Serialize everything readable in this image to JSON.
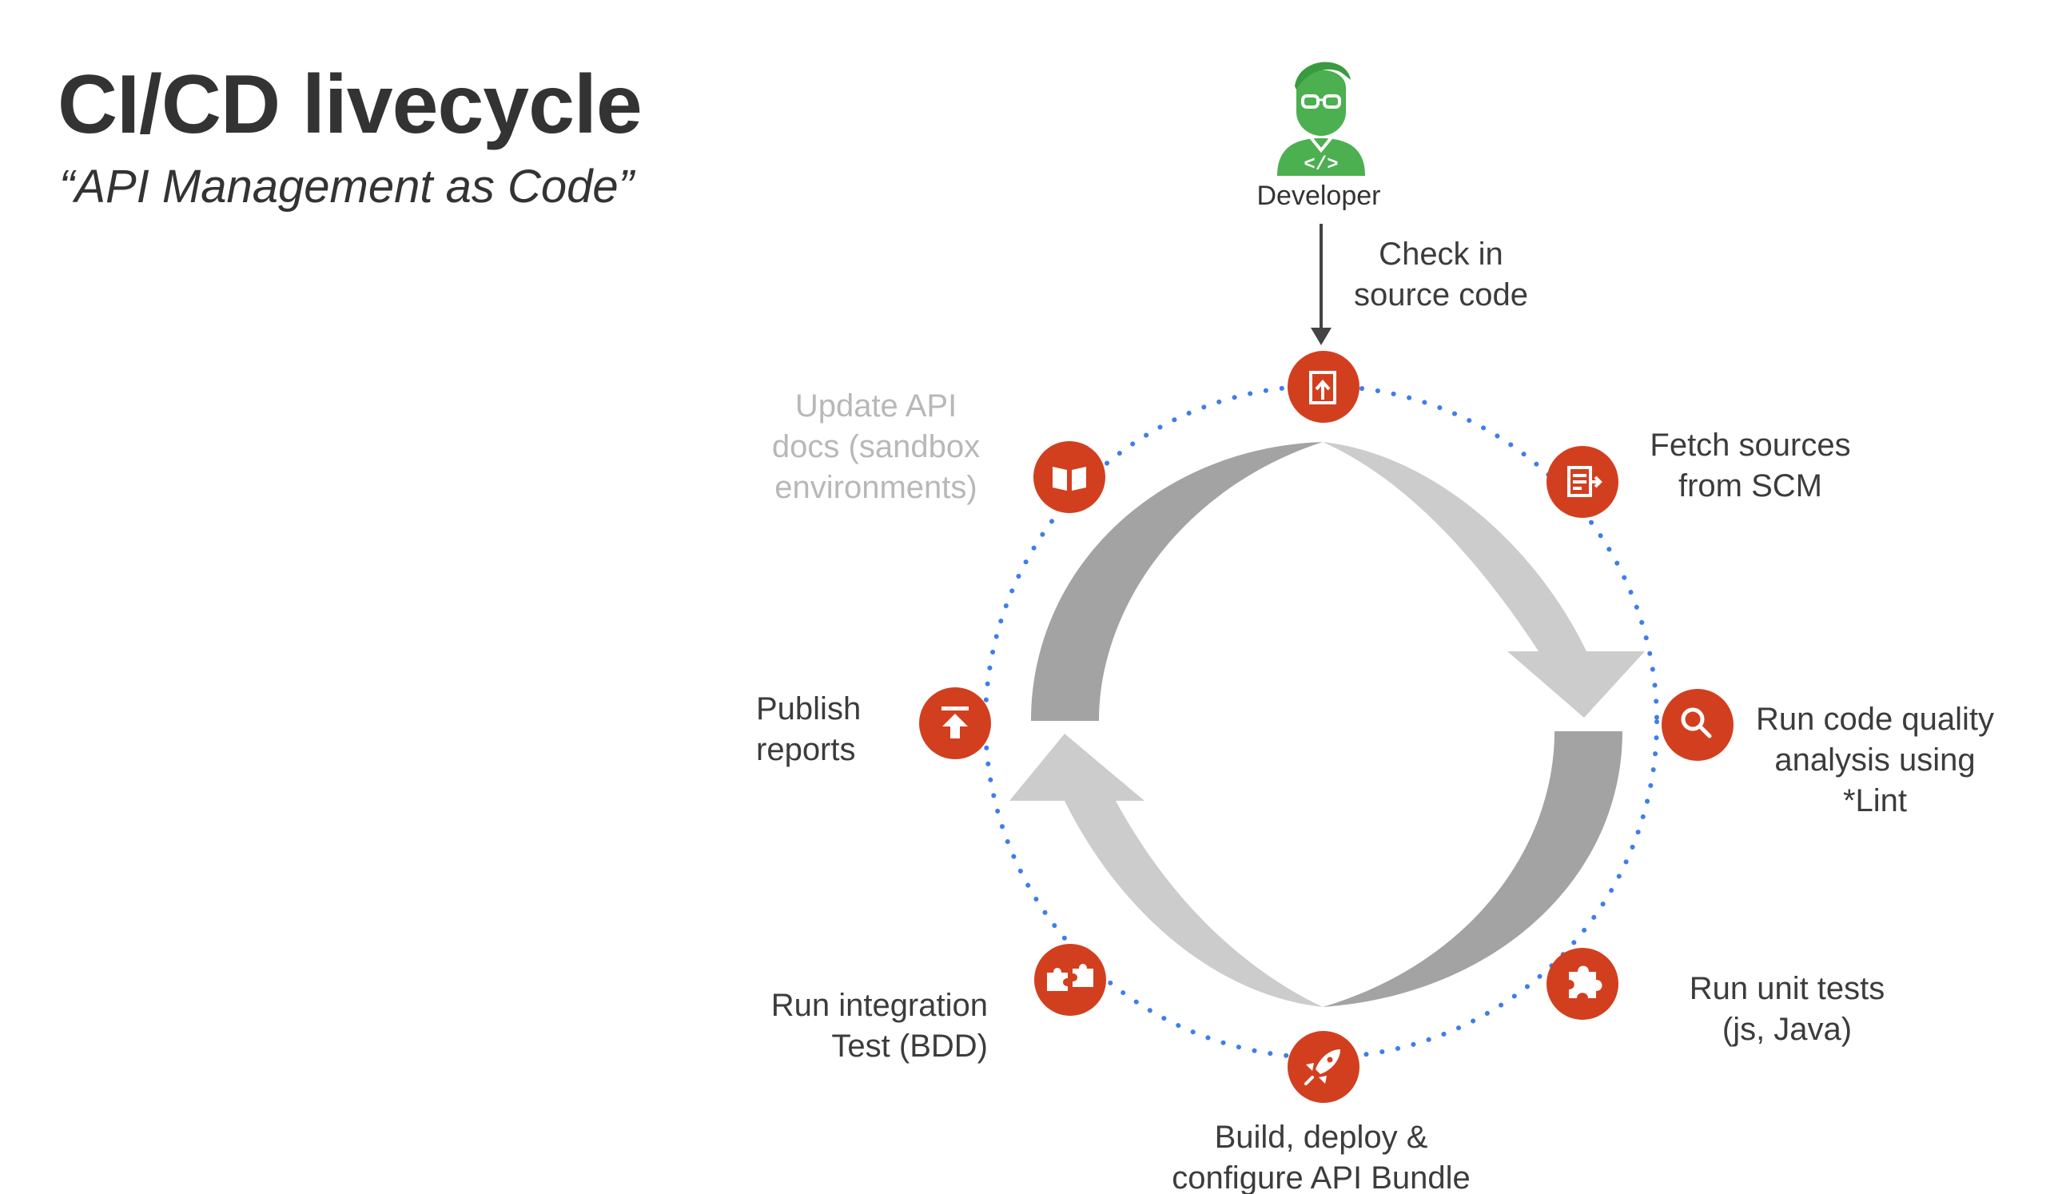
{
  "title": "CI/CD livecycle",
  "subtitle": "“API Management as Code”",
  "developer": {
    "label": "Developer",
    "icon": "developer-avatar-icon",
    "code_glyph": "</>",
    "color": "#4caf50"
  },
  "colors": {
    "node": "#d23f1f",
    "ring_dots": "#3f7ee8",
    "arrow_dark": "#a3a3a3",
    "arrow_light": "#cccccc",
    "text": "#3c3c3c",
    "text_faded": "#b8b8b8"
  },
  "steps": [
    {
      "id": "check-in",
      "icon": "upload-file-icon",
      "lines": [
        "Check in",
        "source code"
      ]
    },
    {
      "id": "fetch",
      "icon": "export-sources-icon",
      "lines": [
        "Fetch sources",
        "from SCM"
      ]
    },
    {
      "id": "lint",
      "icon": "search-icon",
      "lines": [
        "Run code quality",
        "analysis using",
        "*Lint"
      ]
    },
    {
      "id": "unit-tests",
      "icon": "puzzle-piece-icon",
      "lines": [
        "Run unit tests",
        "(js, Java)"
      ]
    },
    {
      "id": "build",
      "icon": "rocket-icon",
      "lines": [
        "Build, deploy &",
        "configure API Bundle"
      ]
    },
    {
      "id": "integration",
      "icon": "puzzle-pieces-icon",
      "lines": [
        "Run integration",
        "Test (BDD)"
      ]
    },
    {
      "id": "publish",
      "icon": "publish-icon",
      "lines": [
        "Publish",
        "reports"
      ]
    },
    {
      "id": "docs",
      "icon": "book-icon",
      "lines": [
        "Update API",
        "docs (sandbox",
        "environments)"
      ],
      "faded": true
    }
  ]
}
